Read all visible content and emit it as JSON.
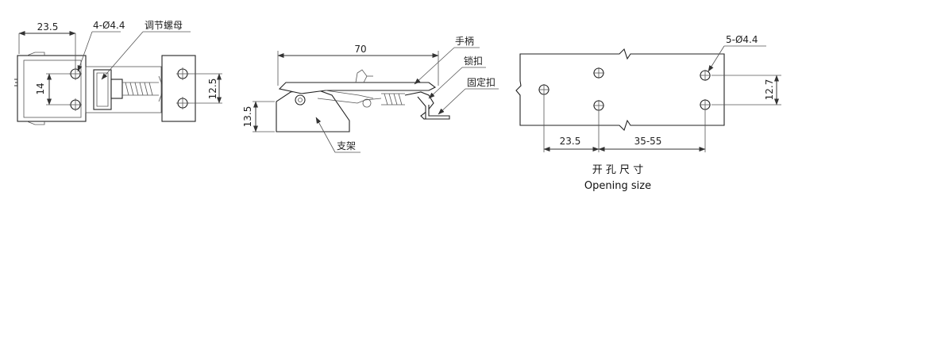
{
  "top_view": {
    "dim_width": "23.5",
    "dim_holes": "4-Ø4.4",
    "dim_adjust_nut": "调节螺母",
    "dim_height_14": "14",
    "dim_height_12_5": "12.5"
  },
  "side_view": {
    "dim_length": "70",
    "dim_height": "13.5",
    "label_handle": "手柄",
    "label_lock": "锁扣",
    "label_fixed": "固定扣",
    "label_bracket": "支架"
  },
  "hole_view": {
    "dim_holes": "5-Ø4.4",
    "dim_height": "12.7",
    "dim_left": "23.5",
    "dim_span": "35-55",
    "caption_cn": "开 孔 尺 寸",
    "caption_en": "Opening size"
  }
}
